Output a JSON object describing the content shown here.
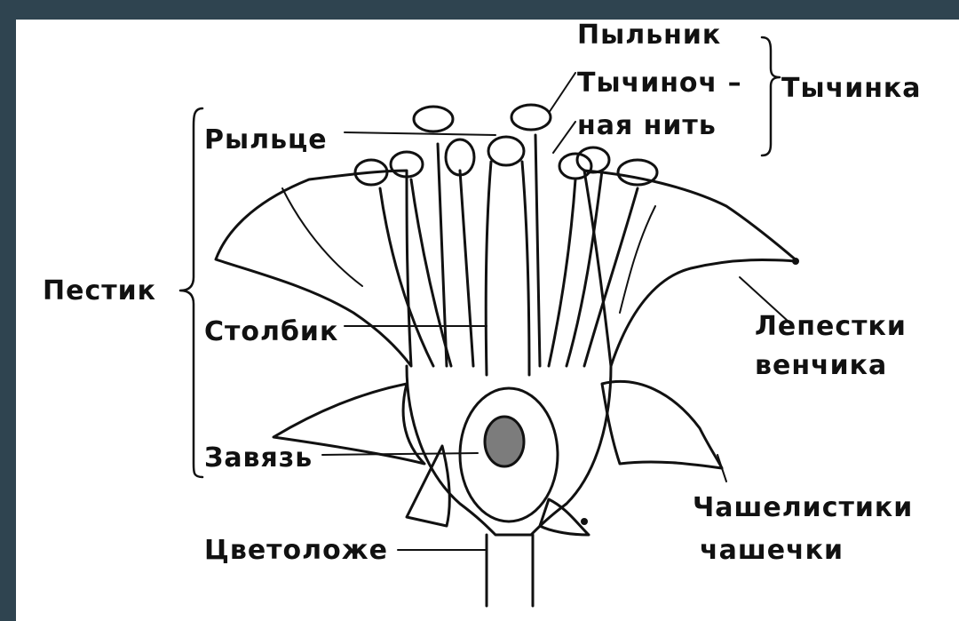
{
  "slide": {
    "title": ""
  },
  "labels": {
    "pylnik": "Пыльник",
    "tychinochnaya_1": "Тычиноч –",
    "tychinochnaya_2": "ная нить",
    "tychinka": "Тычинка",
    "rylce": "Рыльце",
    "pestik": "Пестик",
    "stolbik": "Столбик",
    "zavyaz": "Завязь",
    "cvetolozhe": "Цветоложе",
    "lepestki_1": "Лепестки",
    "lepestki_2": "венчика",
    "chashelistiki_1": "Чашелистики",
    "chashelistiki_2": "чашечки"
  },
  "colors": {
    "background": "#2f4450",
    "panel": "#ffffff",
    "ink": "#111111"
  }
}
